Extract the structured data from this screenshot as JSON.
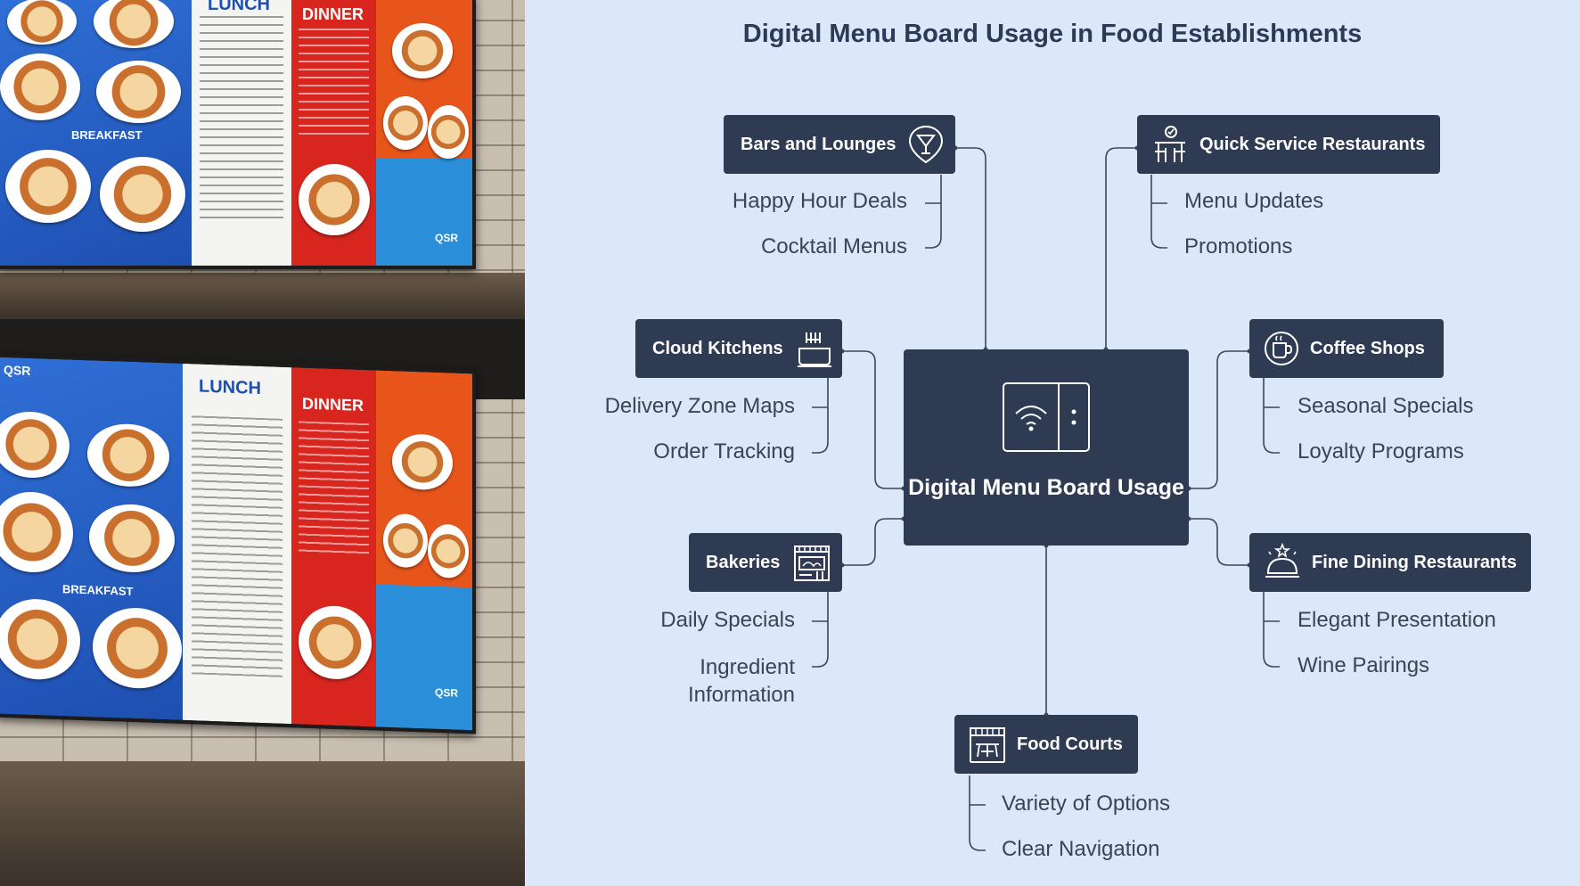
{
  "title": "Digital Menu Board Usage in Food Establishments",
  "center": {
    "label": "Digital Menu Board Usage",
    "icon": "digital-menu-board-icon"
  },
  "photo": {
    "panel_labels": {
      "lunch": "LUNCH",
      "dinner": "DINNER",
      "brand": "QSR",
      "breakfast": "BREAKFAST"
    }
  },
  "categories": {
    "bars": {
      "label": "Bars and Lounges",
      "icon": "cocktail-icon",
      "items": [
        "Happy Hour Deals",
        "Cocktail Menus"
      ]
    },
    "qsr": {
      "label": "Quick Service Restaurants",
      "icon": "service-counter-icon",
      "items": [
        "Menu Updates",
        "Promotions"
      ]
    },
    "cloud": {
      "label": "Cloud Kitchens",
      "icon": "cooking-pot-icon",
      "items": [
        "Delivery Zone Maps",
        "Order Tracking"
      ]
    },
    "coffee": {
      "label": "Coffee Shops",
      "icon": "coffee-cup-icon",
      "items": [
        "Seasonal Specials",
        "Loyalty Programs"
      ]
    },
    "bakeries": {
      "label": "Bakeries",
      "icon": "bakery-storefront-icon",
      "items": [
        "Daily Specials",
        "Ingredient Information"
      ]
    },
    "fine": {
      "label": "Fine Dining Restaurants",
      "icon": "cloche-icon",
      "items": [
        "Elegant Presentation",
        "Wine Pairings"
      ]
    },
    "food_courts": {
      "label": "Food Courts",
      "icon": "food-court-icon",
      "items": [
        "Variety of Options",
        "Clear Navigation"
      ]
    }
  },
  "colors": {
    "background": "#dce8f9",
    "node": "#2f3b52",
    "text": "#3b4454",
    "title": "#2d3a55",
    "wire": "#3e4757"
  }
}
